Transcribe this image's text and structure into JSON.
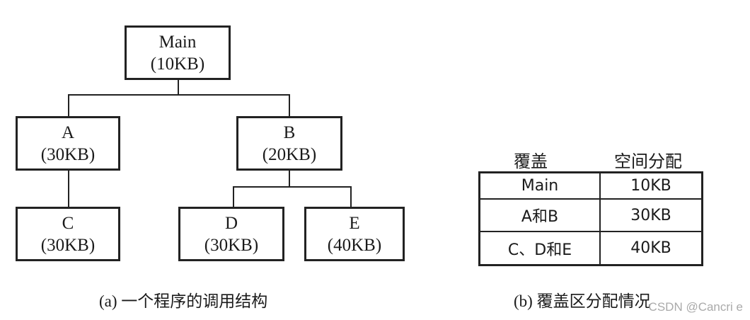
{
  "tree": {
    "main": {
      "name": "Main",
      "size": "(10KB)"
    },
    "a": {
      "name": "A",
      "size": "(30KB)"
    },
    "b": {
      "name": "B",
      "size": "(20KB)"
    },
    "c": {
      "name": "C",
      "size": "(30KB)"
    },
    "d": {
      "name": "D",
      "size": "(30KB)"
    },
    "e": {
      "name": "E",
      "size": "(40KB)"
    },
    "caption": "(a) 一个程序的调用结构"
  },
  "overlay_table": {
    "headers": [
      "覆盖",
      "空间分配"
    ],
    "rows": [
      [
        "Main",
        "10KB"
      ],
      [
        "A和B",
        "30KB"
      ],
      [
        "C、D和E",
        "40KB"
      ]
    ],
    "caption": "(b) 覆盖区分配情况"
  },
  "watermark": "CSDN @Cancri e"
}
